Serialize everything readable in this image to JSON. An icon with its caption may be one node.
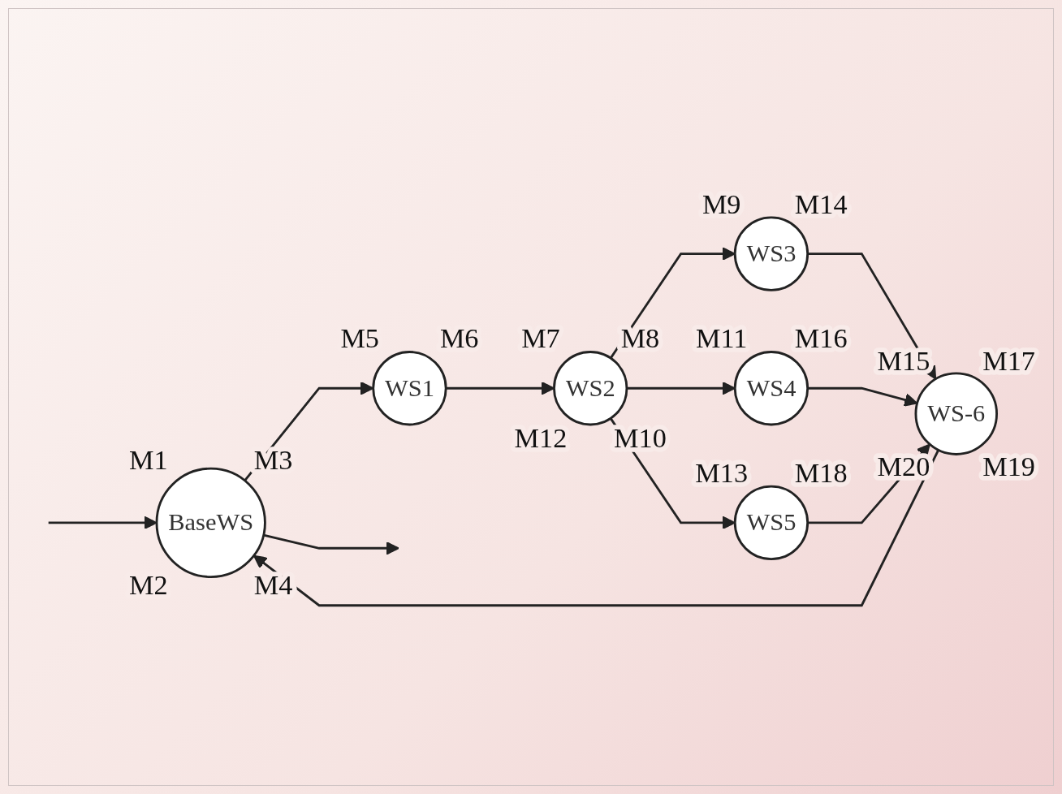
{
  "diagram": {
    "nodes": [
      {
        "text": [
          "BaseWS"
        ],
        "beside": [
          "M1",
          "M3",
          "M4",
          "M2"
        ]
      },
      {
        "text": [
          "WS1"
        ],
        "beside": [
          "M5",
          "M6"
        ]
      },
      {
        "text": [
          "WS2"
        ],
        "beside": [
          "M7",
          "M8",
          "M10",
          "M12"
        ]
      },
      {
        "text": [
          "WS3"
        ],
        "beside": [
          "M9",
          "M14"
        ]
      },
      {
        "text": [
          "WS4"
        ],
        "beside": [
          "M11",
          "M16"
        ]
      },
      {
        "text": [
          "WS5"
        ],
        "beside": [
          "M13",
          "M18"
        ]
      },
      {
        "text": [
          "WS-6"
        ],
        "beside": [
          "M15",
          "M17",
          "M19",
          "M20"
        ]
      }
    ],
    "edges": [
      {
        "from": null,
        "to": 0,
        "arrow": "to"
      },
      {
        "from": 0,
        "to": null,
        "arrow": "to"
      },
      {
        "from": 0,
        "to": 1,
        "arrow": "to"
      },
      {
        "from": 1,
        "to": 2,
        "arrow": "to"
      },
      {
        "from": 2,
        "to": 3,
        "arrow": "to"
      },
      {
        "from": 2,
        "to": 4,
        "arrow": "to"
      },
      {
        "from": 2,
        "to": 5,
        "arrow": "to"
      },
      {
        "from": 3,
        "to": 6,
        "arrow": "to"
      },
      {
        "from": 4,
        "to": 6,
        "arrow": "to"
      },
      {
        "from": 5,
        "to": 6,
        "arrow": "to"
      },
      {
        "from": 6,
        "to": 0,
        "arrow": "to"
      }
    ]
  }
}
